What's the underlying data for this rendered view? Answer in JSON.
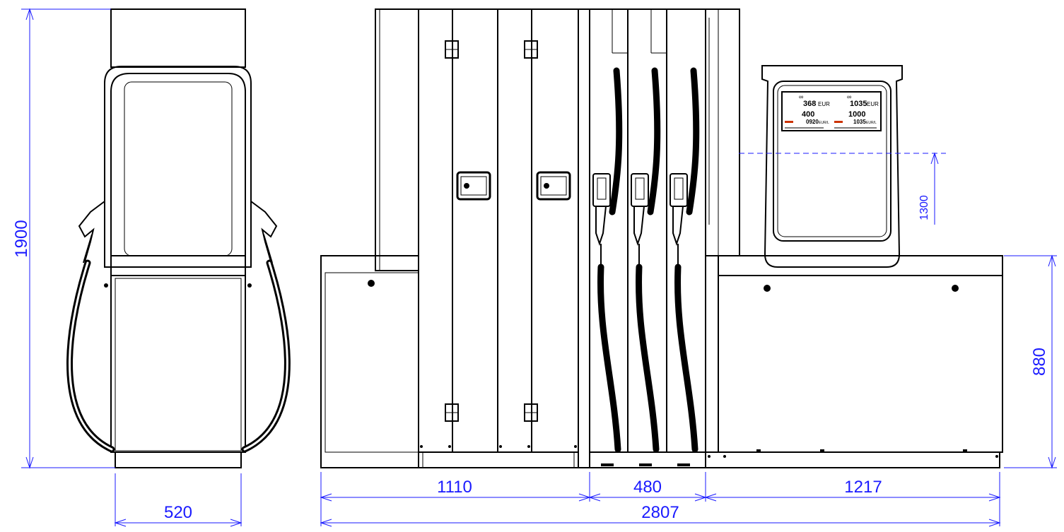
{
  "dimensions": {
    "height_total": "1900",
    "width_side": "520",
    "width_a": "1110",
    "width_b": "480",
    "width_c": "1217",
    "width_total": "2807",
    "height_base": "880",
    "height_display": "1300"
  },
  "display": {
    "left_amount": "368",
    "left_currency": "EUR",
    "right_amount": "1035",
    "right_currency": "EUR",
    "left_volume": "400",
    "right_volume": "1000",
    "left_price": "0920",
    "left_price_unit": "EUR/L",
    "right_price": "1035",
    "right_price_unit": "EUR/L",
    "left_mark": "∞",
    "right_mark": "∞",
    "accent_color": "#cc3300"
  },
  "colors": {
    "dimension": "#1a1aff",
    "line": "#000000"
  }
}
